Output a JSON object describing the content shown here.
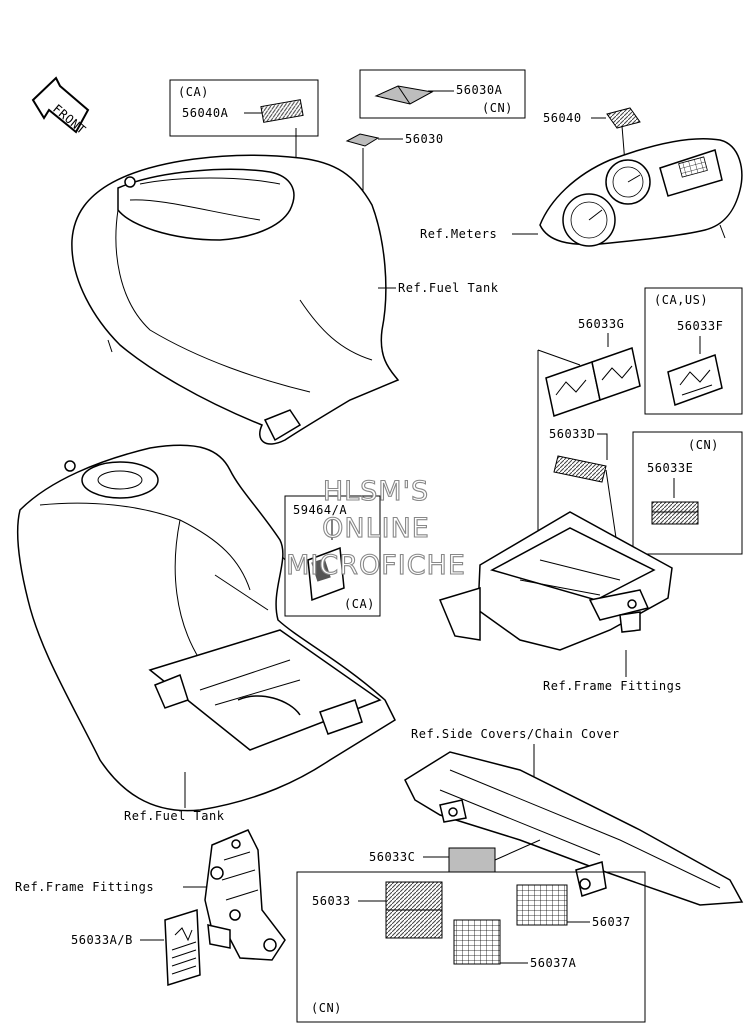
{
  "front_arrow": "FRONT",
  "callouts": {
    "ca_top": "(CA)",
    "p56040A": "56040A",
    "p56030A": "56030A",
    "cn_top": "(CN)",
    "p56030": "56030",
    "p56040": "56040",
    "ref_meters": "Ref.Meters",
    "ref_fuel_tank_top": "Ref.Fuel Tank",
    "ca_us": "(CA,US)",
    "p56033G": "56033G",
    "p56033F": "56033F",
    "p56033D": "56033D",
    "cn_mid": "(CN)",
    "p56033E": "56033E",
    "p59464A": "59464/A",
    "ca_mid": "(CA)",
    "ref_frame_fittings_right": "Ref.Frame Fittings",
    "ref_side_covers": "Ref.Side Covers/Chain Cover",
    "ref_fuel_tank_bottom": "Ref.Fuel Tank",
    "p56033C": "56033C",
    "ref_frame_fittings_left": "Ref.Frame Fittings",
    "p56033": "56033",
    "p56037": "56037",
    "p56033AB": "56033A/B",
    "p56037A": "56037A",
    "cn_bottom": "(CN)"
  },
  "watermark": [
    "HLSM'S",
    "ONLINE",
    "MICROFICHE"
  ]
}
